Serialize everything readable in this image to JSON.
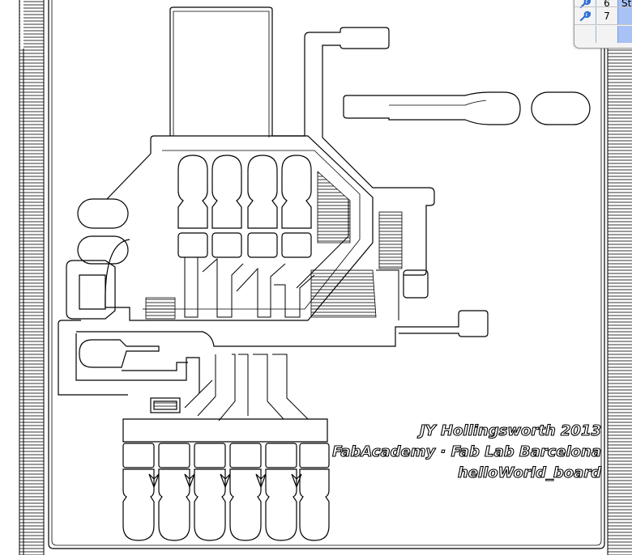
{
  "board_text": {
    "line1": "JY Hollingsworth 2013",
    "line2": "FabAcademy · Fab Lab Barcelona",
    "line3": "helloWorld_board"
  },
  "tool_panel": {
    "rows": [
      {
        "icon": "wrench-icon",
        "number": "6",
        "value": "St"
      },
      {
        "icon": "wrench-icon",
        "number": "7",
        "value": ""
      },
      {
        "icon": "",
        "number": "",
        "value": ""
      }
    ]
  },
  "colors": {
    "trace_outline": "#000000",
    "background": "#ffffff",
    "panel_highlight": "#a8c2f5",
    "wrench": "#2f6fd6"
  }
}
